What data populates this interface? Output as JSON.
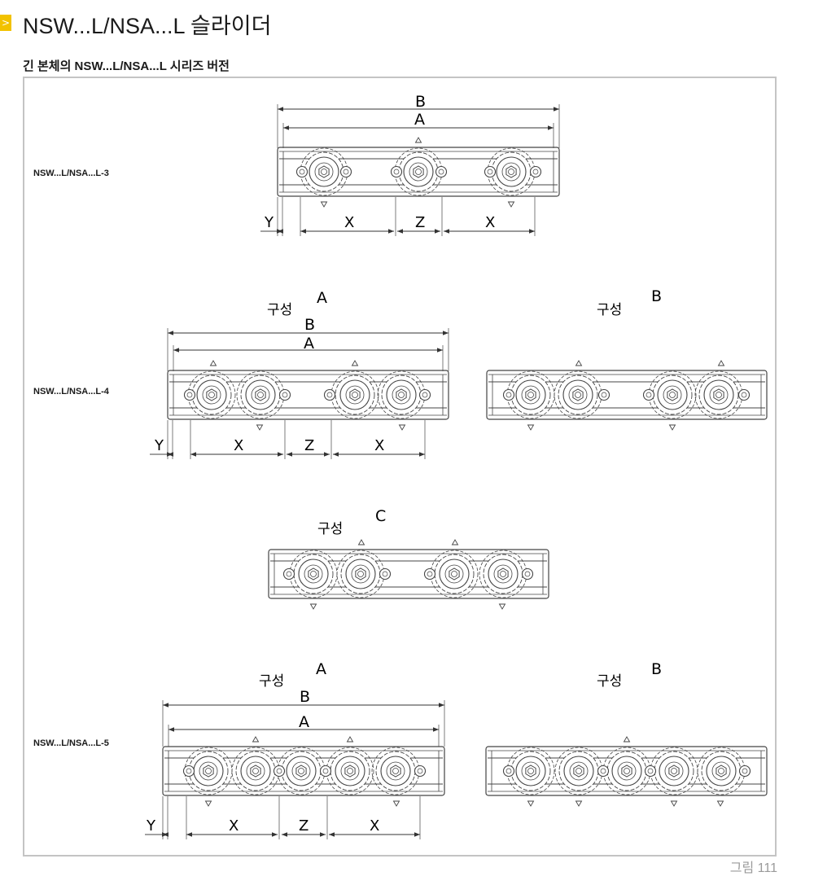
{
  "header": {
    "marker_glyph": ">",
    "title": "NSW...L/NSA...L 슬라이더",
    "subtitle": "긴 본체의 NSW...L/NSA...L 시리즈 버전"
  },
  "rows": [
    {
      "label": "NSW...L/NSA...L-3"
    },
    {
      "label": "NSW...L/NSA...L-4"
    },
    {
      "label": "NSW...L/NSA...L-5"
    }
  ],
  "config_word": "구성",
  "config": {
    "a": "A",
    "b": "B",
    "c": "C"
  },
  "dims": {
    "a": "A",
    "b": "B",
    "x": "X",
    "y": "Y",
    "z": "Z"
  },
  "caption": "그림 111",
  "colors": {
    "marker": "#f2c200",
    "line": "#444444",
    "frame": "#c4c4c4"
  }
}
